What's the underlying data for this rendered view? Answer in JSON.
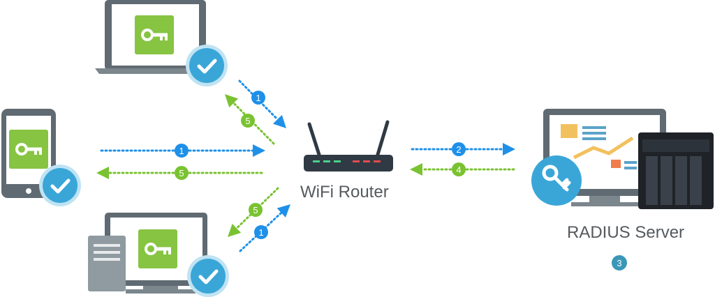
{
  "labels": {
    "router": "WiFi Router",
    "server": "RADIUS Server",
    "server_step": "3"
  },
  "devices": {
    "laptop_top": "laptop",
    "tablet": "tablet",
    "desktop": "desktop computer",
    "router": "wifi router",
    "server": "radius server"
  },
  "arrows": [
    {
      "from": "laptop",
      "to": "router",
      "step": "1",
      "color": "#1e90e8"
    },
    {
      "from": "router",
      "to": "laptop",
      "step": "5",
      "color": "#7ac231"
    },
    {
      "from": "tablet",
      "to": "router",
      "step": "1",
      "color": "#1e90e8"
    },
    {
      "from": "router",
      "to": "tablet",
      "step": "5",
      "color": "#7ac231"
    },
    {
      "from": "desktop",
      "to": "router",
      "step": "1",
      "color": "#1e90e8"
    },
    {
      "from": "router",
      "to": "desktop",
      "step": "5",
      "color": "#7ac231"
    },
    {
      "from": "router",
      "to": "server",
      "step": "2",
      "color": "#1e90e8"
    },
    {
      "from": "server",
      "to": "router",
      "step": "4",
      "color": "#7ac231"
    }
  ],
  "colors": {
    "blue": "#1e90e8",
    "green": "#7ac231",
    "device_frame": "#5f6a72",
    "key_tile": "#86c442",
    "check_badge": "#3aa6d8",
    "server_step": "#3a97b8"
  }
}
